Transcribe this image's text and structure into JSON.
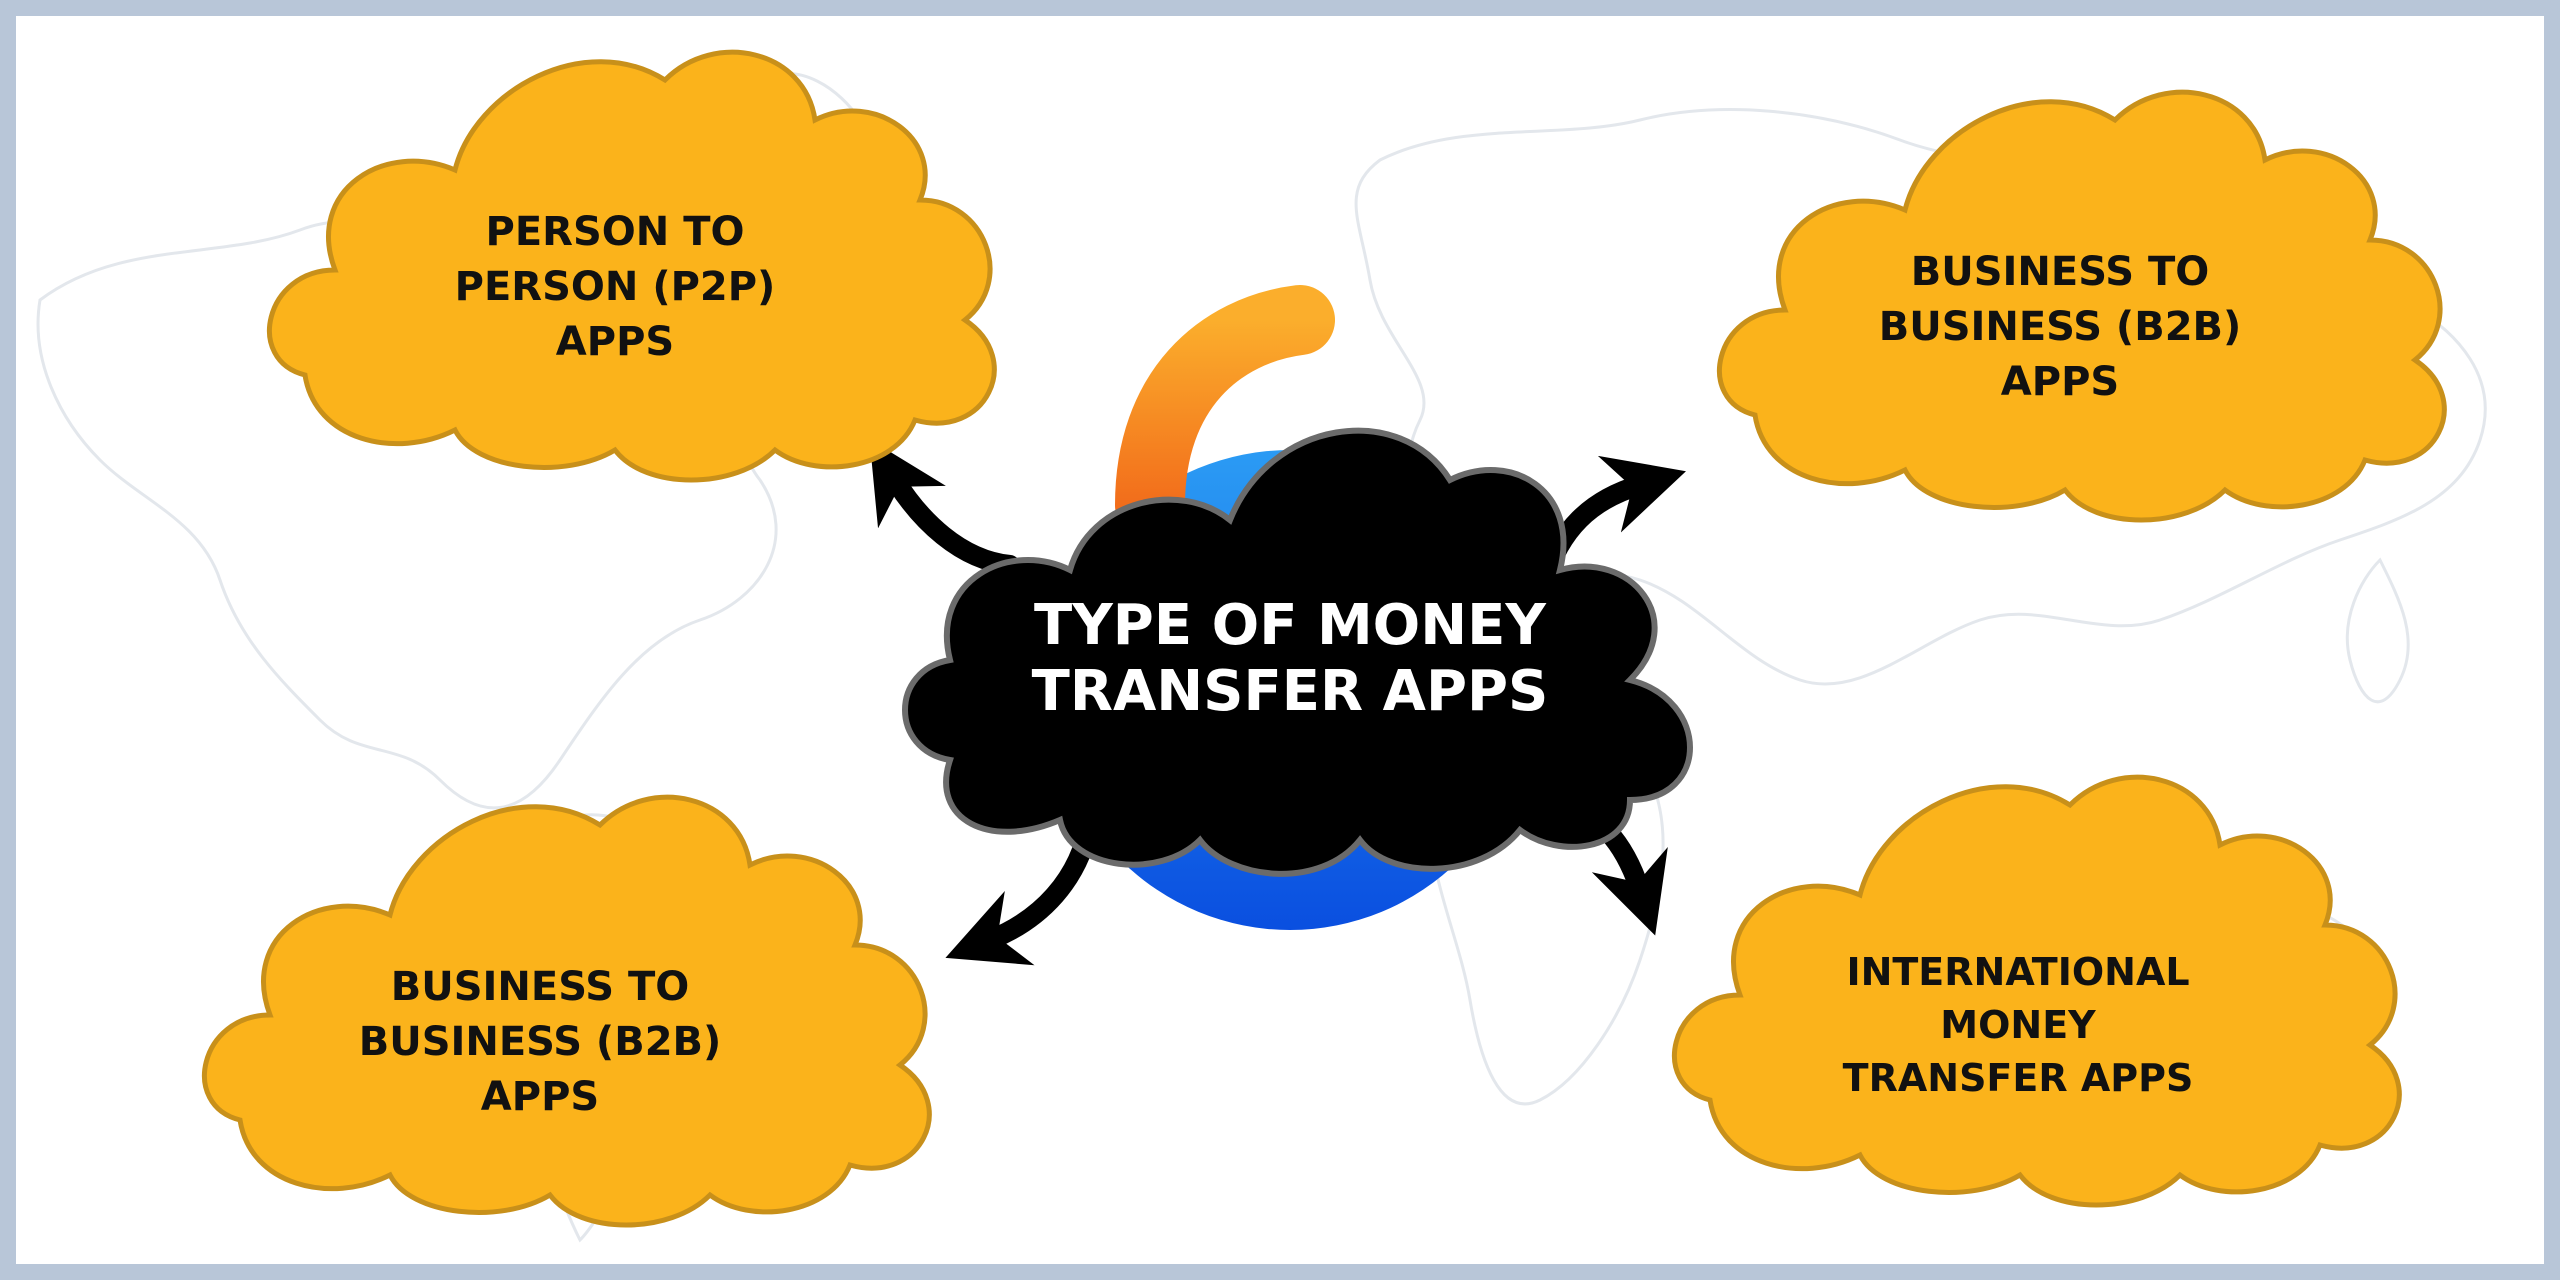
{
  "colors": {
    "frame": "#b8c6d8",
    "background": "#ffffff",
    "map_lines": "#e6e9ee",
    "cloud_fill": "#fbb31b",
    "cloud_stroke": "#c8901a",
    "center_cloud_fill": "#000000",
    "center_cloud_stroke": "#6b6b6b",
    "ring_blue": "#1a7de0",
    "ring_orange": "#f7941d",
    "arrow": "#000000",
    "outer_text": "#111111",
    "center_text": "#ffffff"
  },
  "center": {
    "lines": [
      "TYPE OF MONEY",
      "TRANSFER APPS"
    ]
  },
  "nodes": [
    {
      "id": "p2p",
      "lines": [
        "PERSON TO",
        "PERSON (P2P)",
        "APPS"
      ]
    },
    {
      "id": "b2b-top",
      "lines": [
        "BUSINESS TO",
        "BUSINESS (B2B)",
        "APPS"
      ]
    },
    {
      "id": "b2b-bottom",
      "lines": [
        "BUSINESS TO",
        "BUSINESS (B2B)",
        "APPS"
      ]
    },
    {
      "id": "international",
      "lines": [
        "INTERNATIONAL",
        "MONEY",
        "TRANSFER APPS"
      ]
    }
  ]
}
